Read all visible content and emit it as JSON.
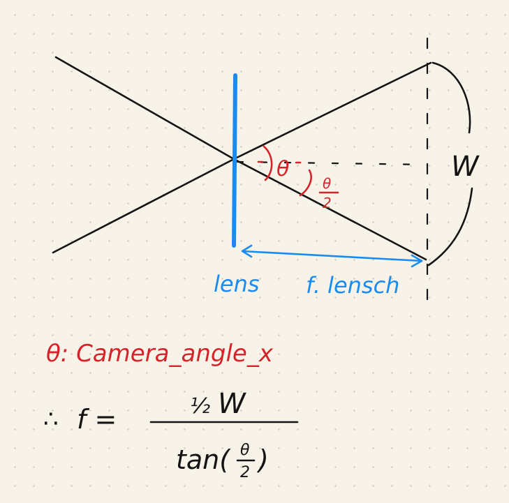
{
  "labels": {
    "lens": "lens",
    "focal": "f. lensch",
    "width": "W",
    "theta": "θ",
    "half_theta_num": "θ",
    "half_theta_den": "2",
    "definition": "θ: Camera_angle_x",
    "therefore": "∴",
    "f_lhs": "f =",
    "numerator_half": "½",
    "numerator_w": "W",
    "denominator": "tan(",
    "denominator_close": ")",
    "denominator_theta": "θ",
    "denominator_two": "2"
  },
  "colors": {
    "ink": "#141414",
    "lens_blue": "#1a8bf0",
    "note_red": "#d4242a",
    "paper": "#f7f3e8"
  }
}
